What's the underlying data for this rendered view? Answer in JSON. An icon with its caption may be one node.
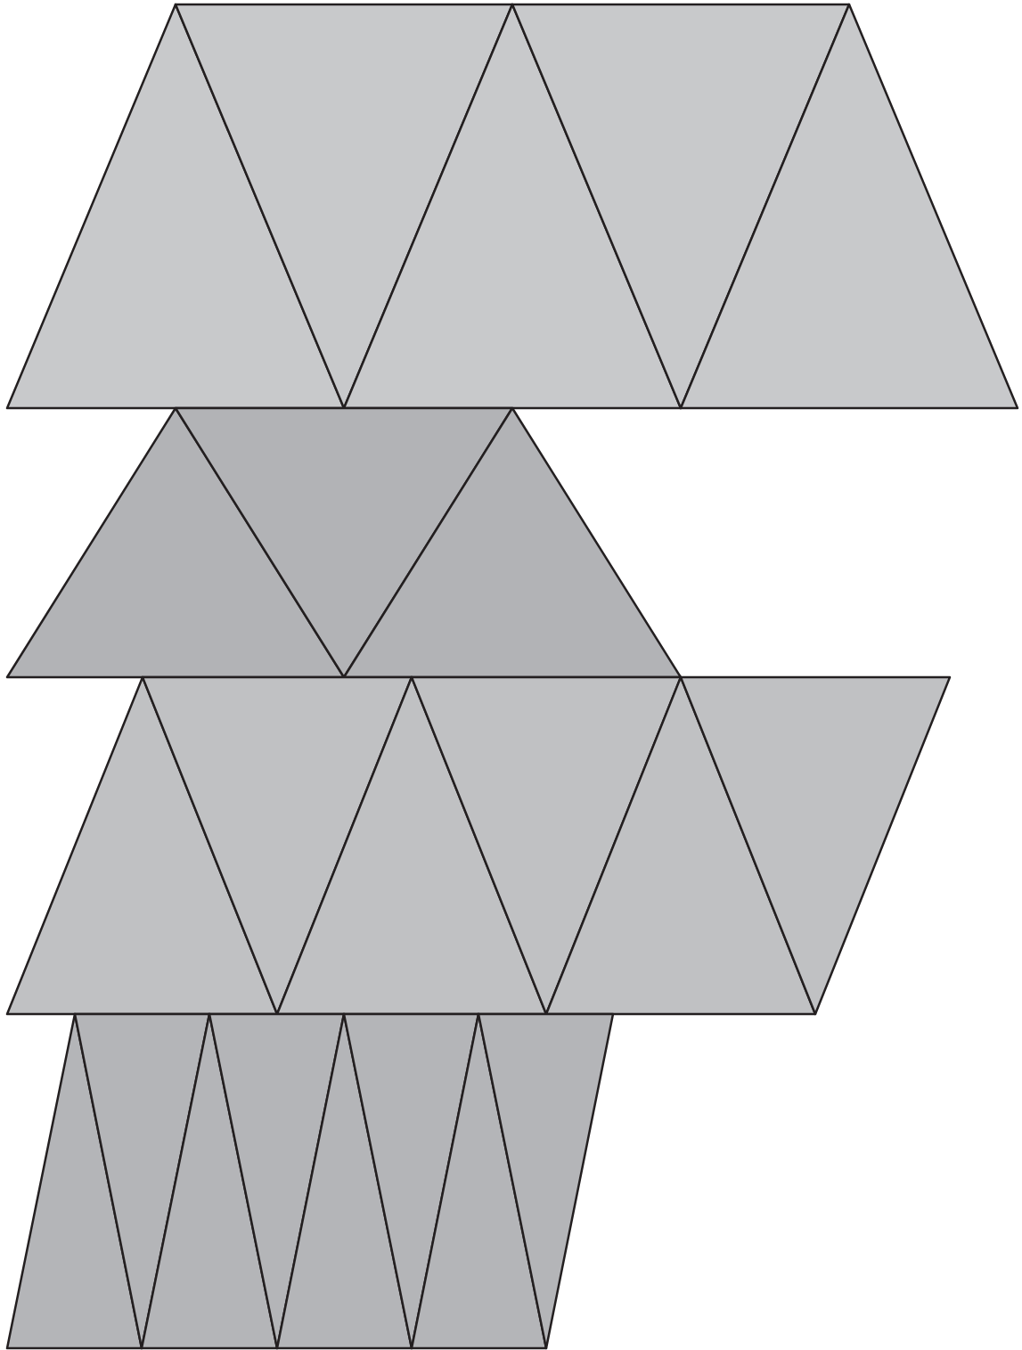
{
  "diagram": {
    "nodes": [
      {
        "text": [],
        "shape": "triangle"
      },
      {
        "text": [],
        "shape": "triangle"
      },
      {
        "text": [],
        "shape": "triangle"
      },
      {
        "text": [],
        "shape": "triangle"
      },
      {
        "text": [],
        "shape": "triangle"
      },
      {
        "text": [],
        "shape": "triangle"
      },
      {
        "text": [],
        "shape": "triangle"
      },
      {
        "text": [],
        "shape": "triangle"
      },
      {
        "text": [],
        "shape": "triangle"
      },
      {
        "text": [],
        "shape": "triangle"
      },
      {
        "text": [],
        "shape": "triangle"
      },
      {
        "text": [],
        "shape": "triangle"
      },
      {
        "text": [],
        "shape": "triangle"
      },
      {
        "text": [],
        "shape": "triangle"
      },
      {
        "text": [],
        "shape": "triangle"
      },
      {
        "text": [],
        "shape": "triangle"
      },
      {
        "text": [],
        "shape": "triangle"
      },
      {
        "text": [],
        "shape": "triangle"
      },
      {
        "text": [],
        "shape": "triangle"
      },
      {
        "text": [],
        "shape": "triangle"
      },
      {
        "text": [],
        "shape": "triangle"
      },
      {
        "text": [],
        "shape": "triangle"
      }
    ]
  }
}
